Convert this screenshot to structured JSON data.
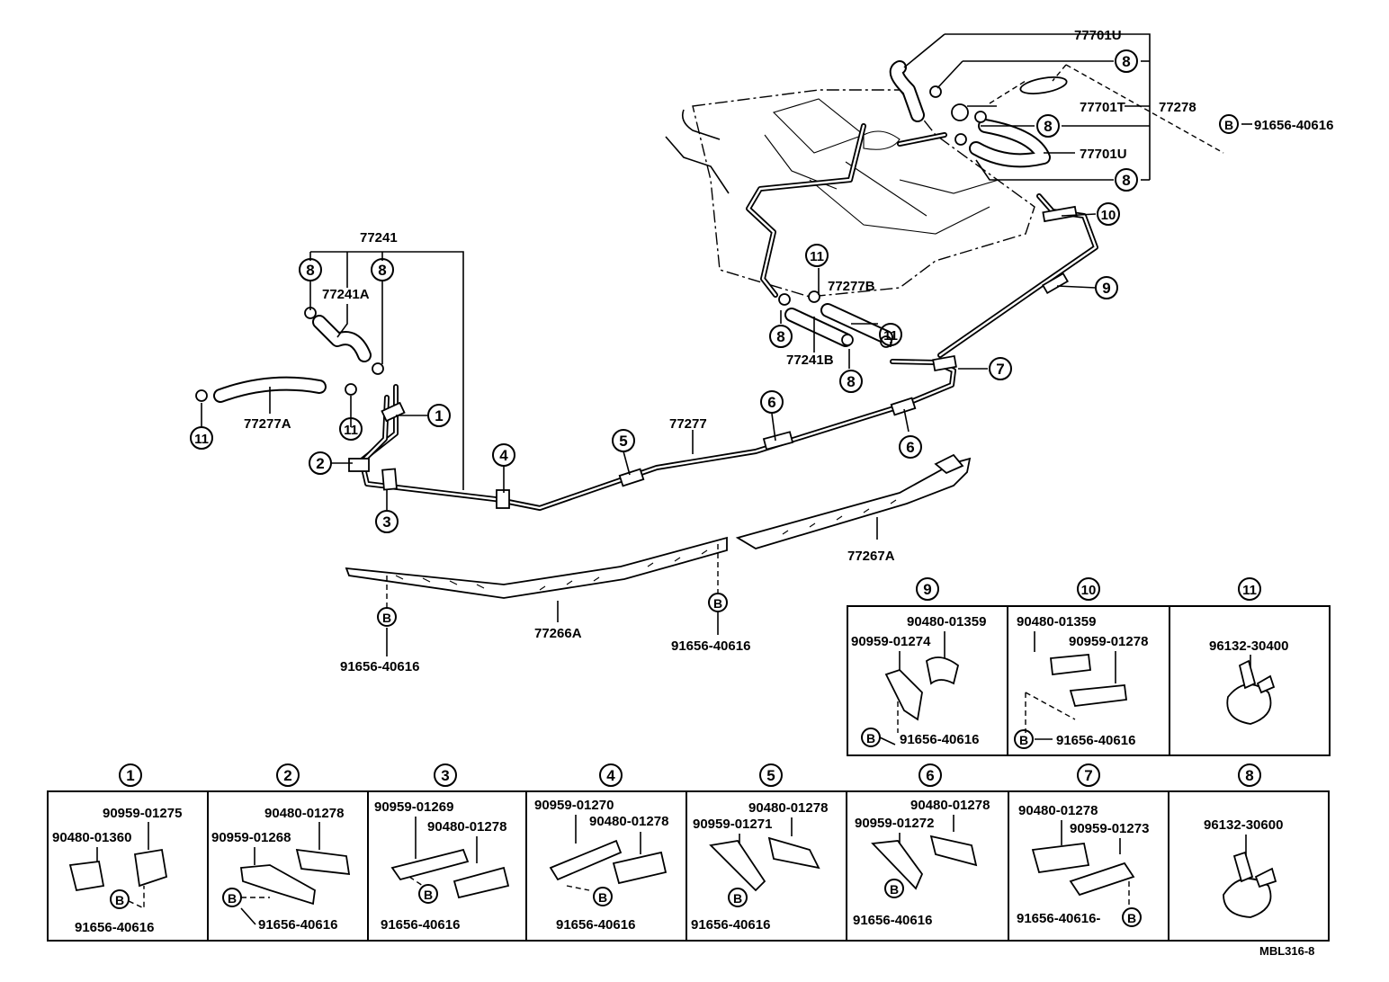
{
  "top_labels": {
    "p77701U_a": "77701U",
    "p77701T": "77701T",
    "p77278": "77278",
    "p77701U_b": "77701U",
    "b_top": "91656-40616",
    "p77241": "77241",
    "p77241A": "77241A",
    "p77277A": "77277A",
    "p77277B": "77277B",
    "p77241B": "77241B",
    "p77277": "77277",
    "p77267A": "77267A",
    "p77266A": "77266A",
    "b_left": "91656-40616",
    "b_mid": "91656-40616",
    "code": "MBL316-8"
  },
  "callouts": {
    "c1": "1",
    "c2": "2",
    "c3": "3",
    "c4": "4",
    "c5": "5",
    "c6": "6",
    "c7": "7",
    "c8": "8",
    "c9": "9",
    "c10": "10",
    "c11": "11",
    "b": "B"
  },
  "detail_boxes": {
    "box9": {
      "num": "9",
      "p1": "90480-01359",
      "p2": "90959-01274",
      "p3": "91656-40616"
    },
    "box10": {
      "num": "10",
      "p1": "90480-01359",
      "p2": "90959-01278",
      "p3": "91656-40616"
    },
    "box11": {
      "num": "11",
      "p1": "96132-30400"
    },
    "box1": {
      "num": "1",
      "p1": "90959-01275",
      "p2": "90480-01360",
      "p3": "91656-40616"
    },
    "box2": {
      "num": "2",
      "p1": "90480-01278",
      "p2": "90959-01268",
      "p3": "91656-40616"
    },
    "box3": {
      "num": "3",
      "p1": "90959-01269",
      "p2": "90480-01278",
      "p3": "91656-40616"
    },
    "box4": {
      "num": "4",
      "p1": "90959-01270",
      "p2": "90480-01278",
      "p3": "91656-40616"
    },
    "box5": {
      "num": "5",
      "p1": "90480-01278",
      "p2": "90959-01271",
      "p3": "91656-40616"
    },
    "box6": {
      "num": "6",
      "p1": "90480-01278",
      "p2": "90959-01272",
      "p3": "91656-40616"
    },
    "box7": {
      "num": "7",
      "p1": "90480-01278",
      "p2": "90959-01273",
      "p3": "91656-40616-"
    },
    "box8": {
      "num": "8",
      "p1": "96132-30600"
    }
  }
}
